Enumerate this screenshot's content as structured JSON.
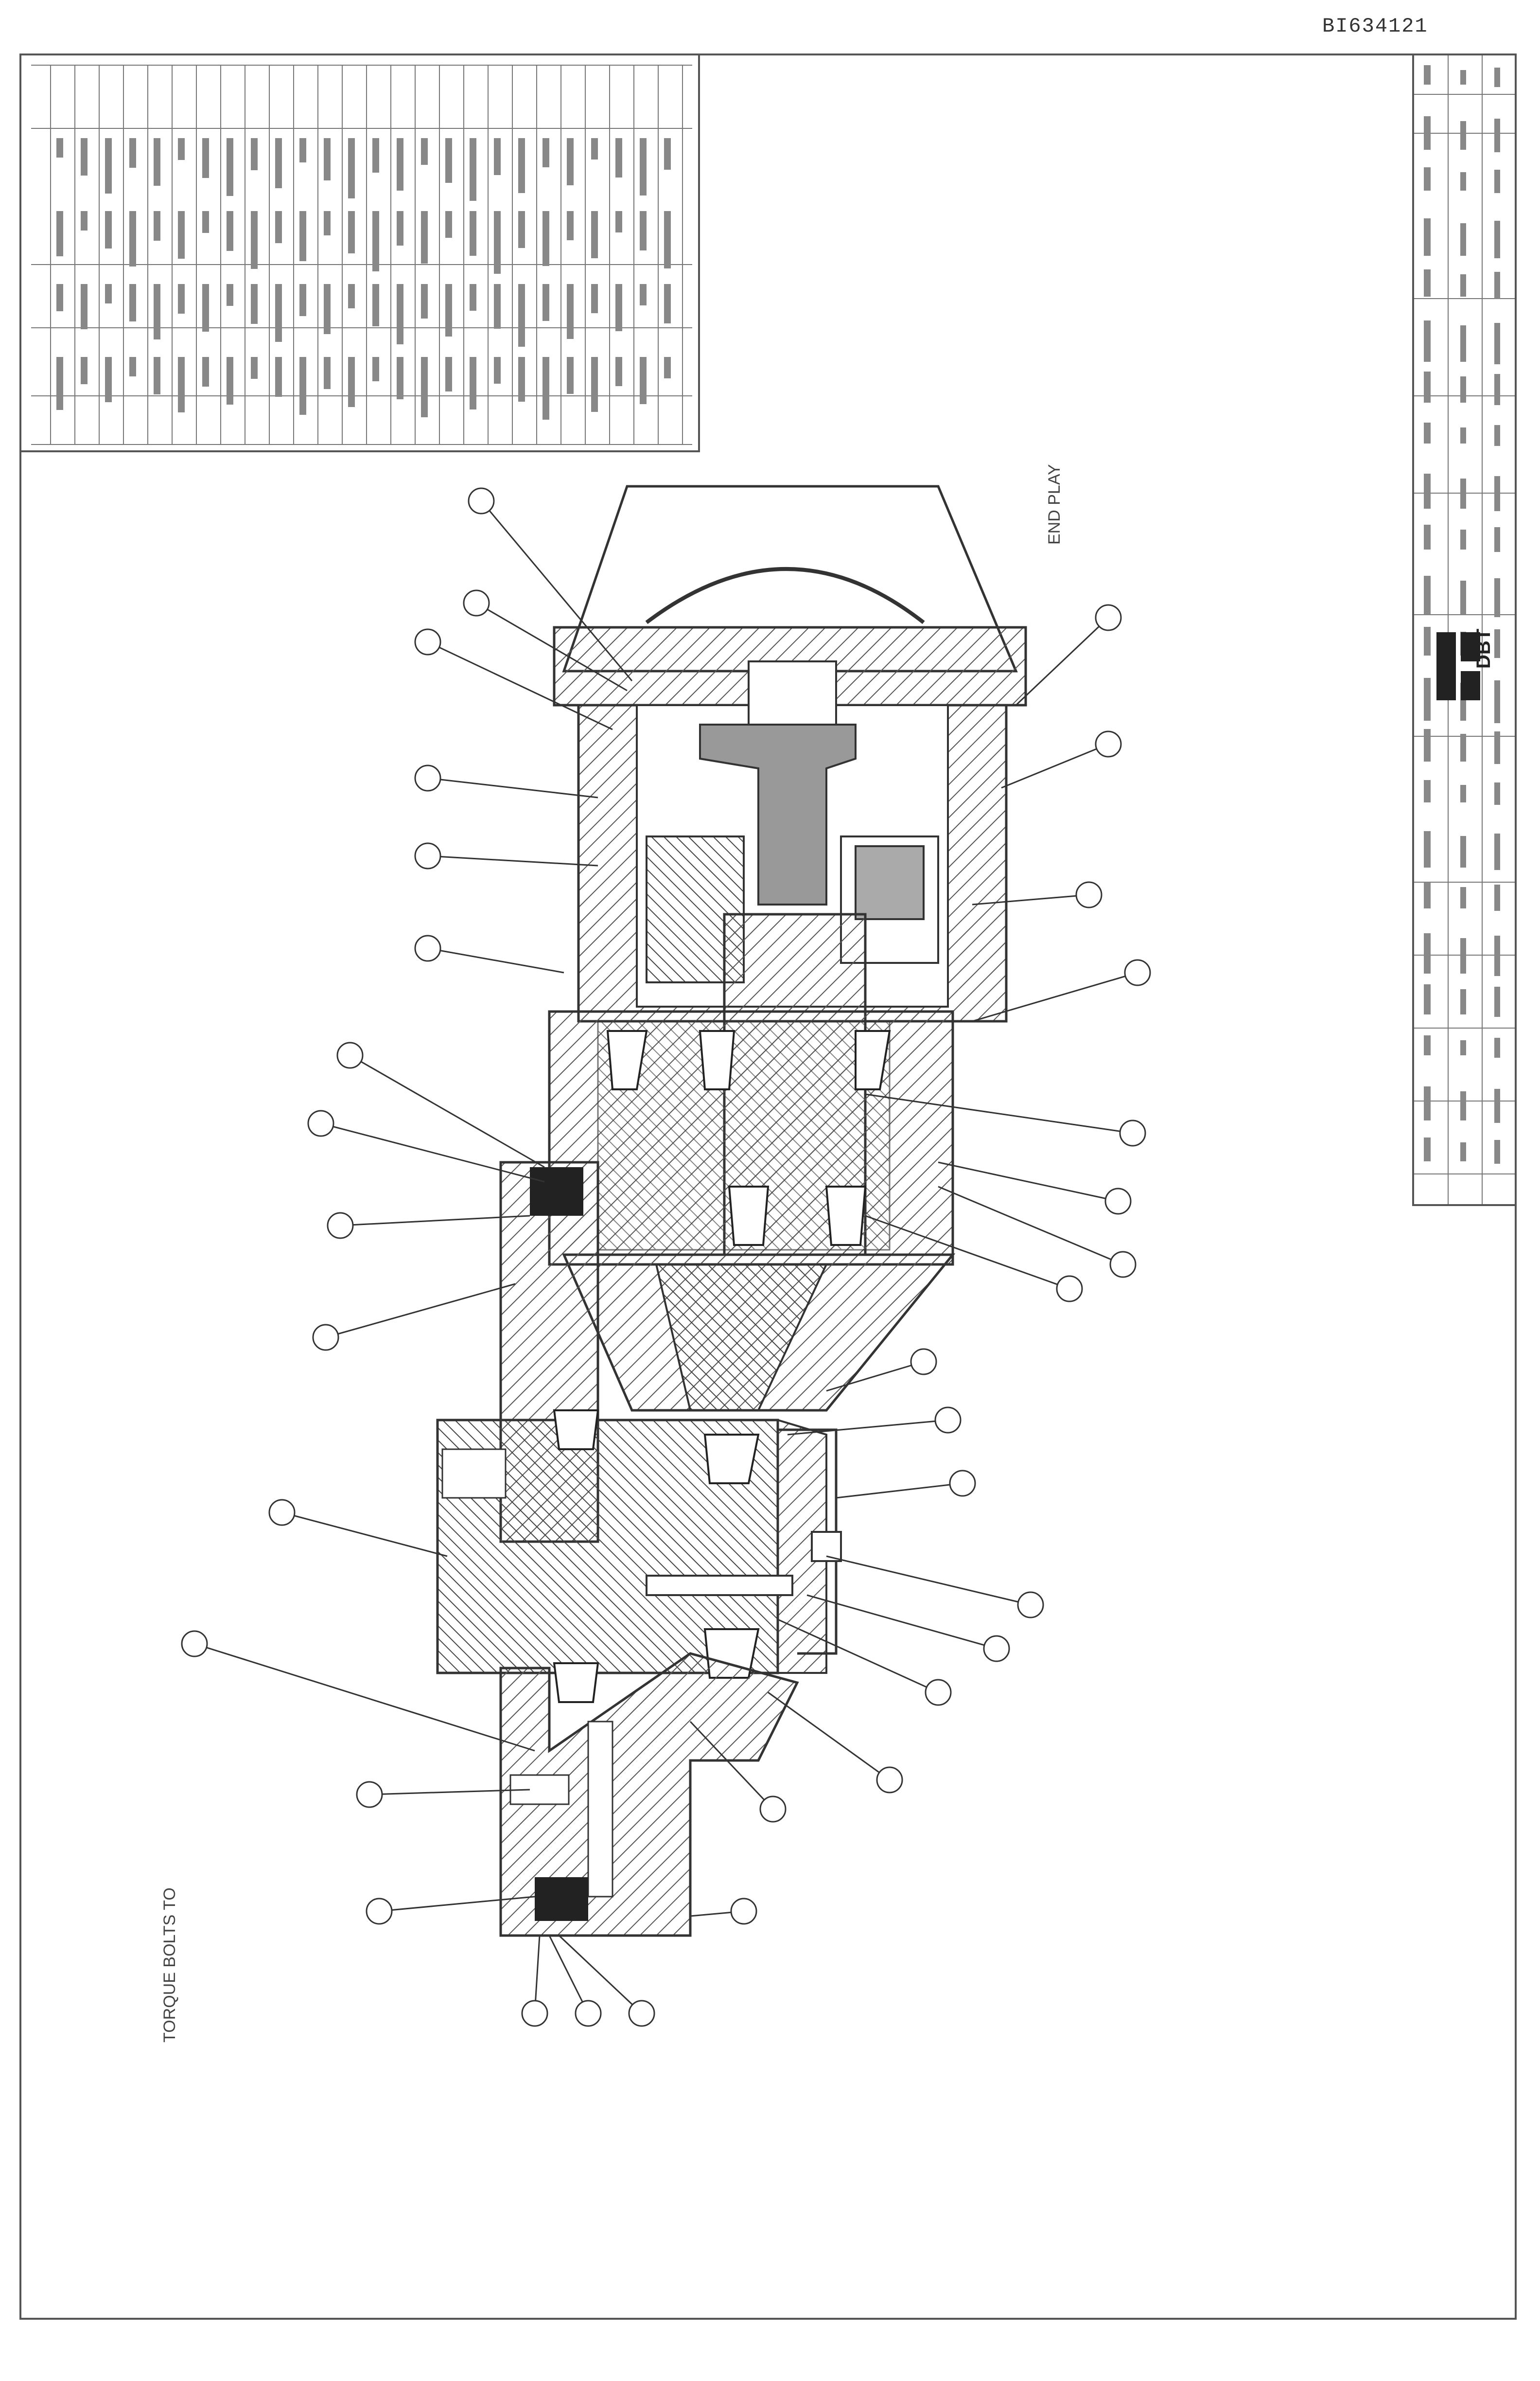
{
  "document": {
    "id": "BI634121"
  },
  "notes": {
    "end_play_note": "END PLAY",
    "torque_note": "TORQUE BOLTS TO"
  },
  "logo_text": "DBT"
}
